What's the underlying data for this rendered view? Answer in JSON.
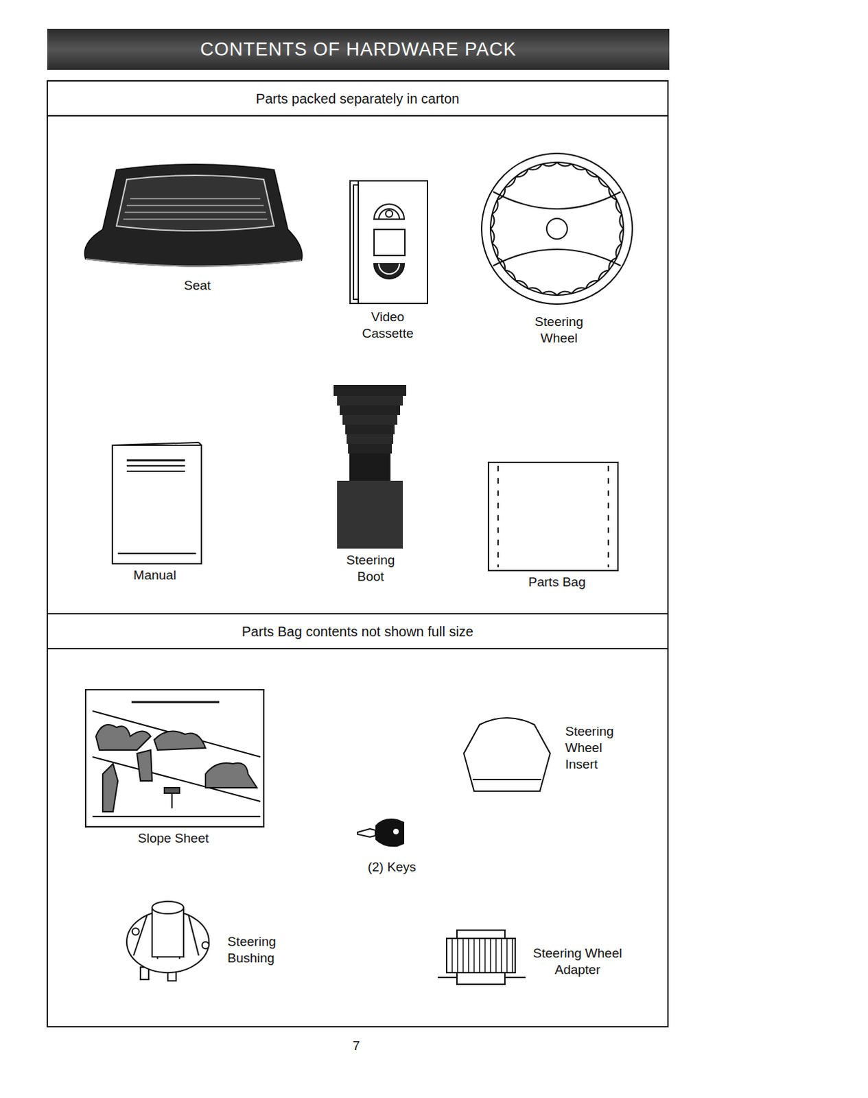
{
  "diagram": {
    "title": "CONTENTS OF HARDWARE PACK",
    "nodes": [
      {
        "text": [
          "Parts packed separately in carton"
        ]
      },
      {
        "text": [
          "Parts Bag contents not shown full size"
        ]
      }
    ],
    "labels": [
      "Seat",
      "Video Cassette",
      "Steering Wheel",
      "Manual",
      "Steering Boot",
      "Parts Bag",
      "Slope Sheet",
      "(2) Keys",
      "Steering Wheel Insert",
      "Steering Bushing",
      "Steering Wheel Adapter",
      "7"
    ]
  }
}
